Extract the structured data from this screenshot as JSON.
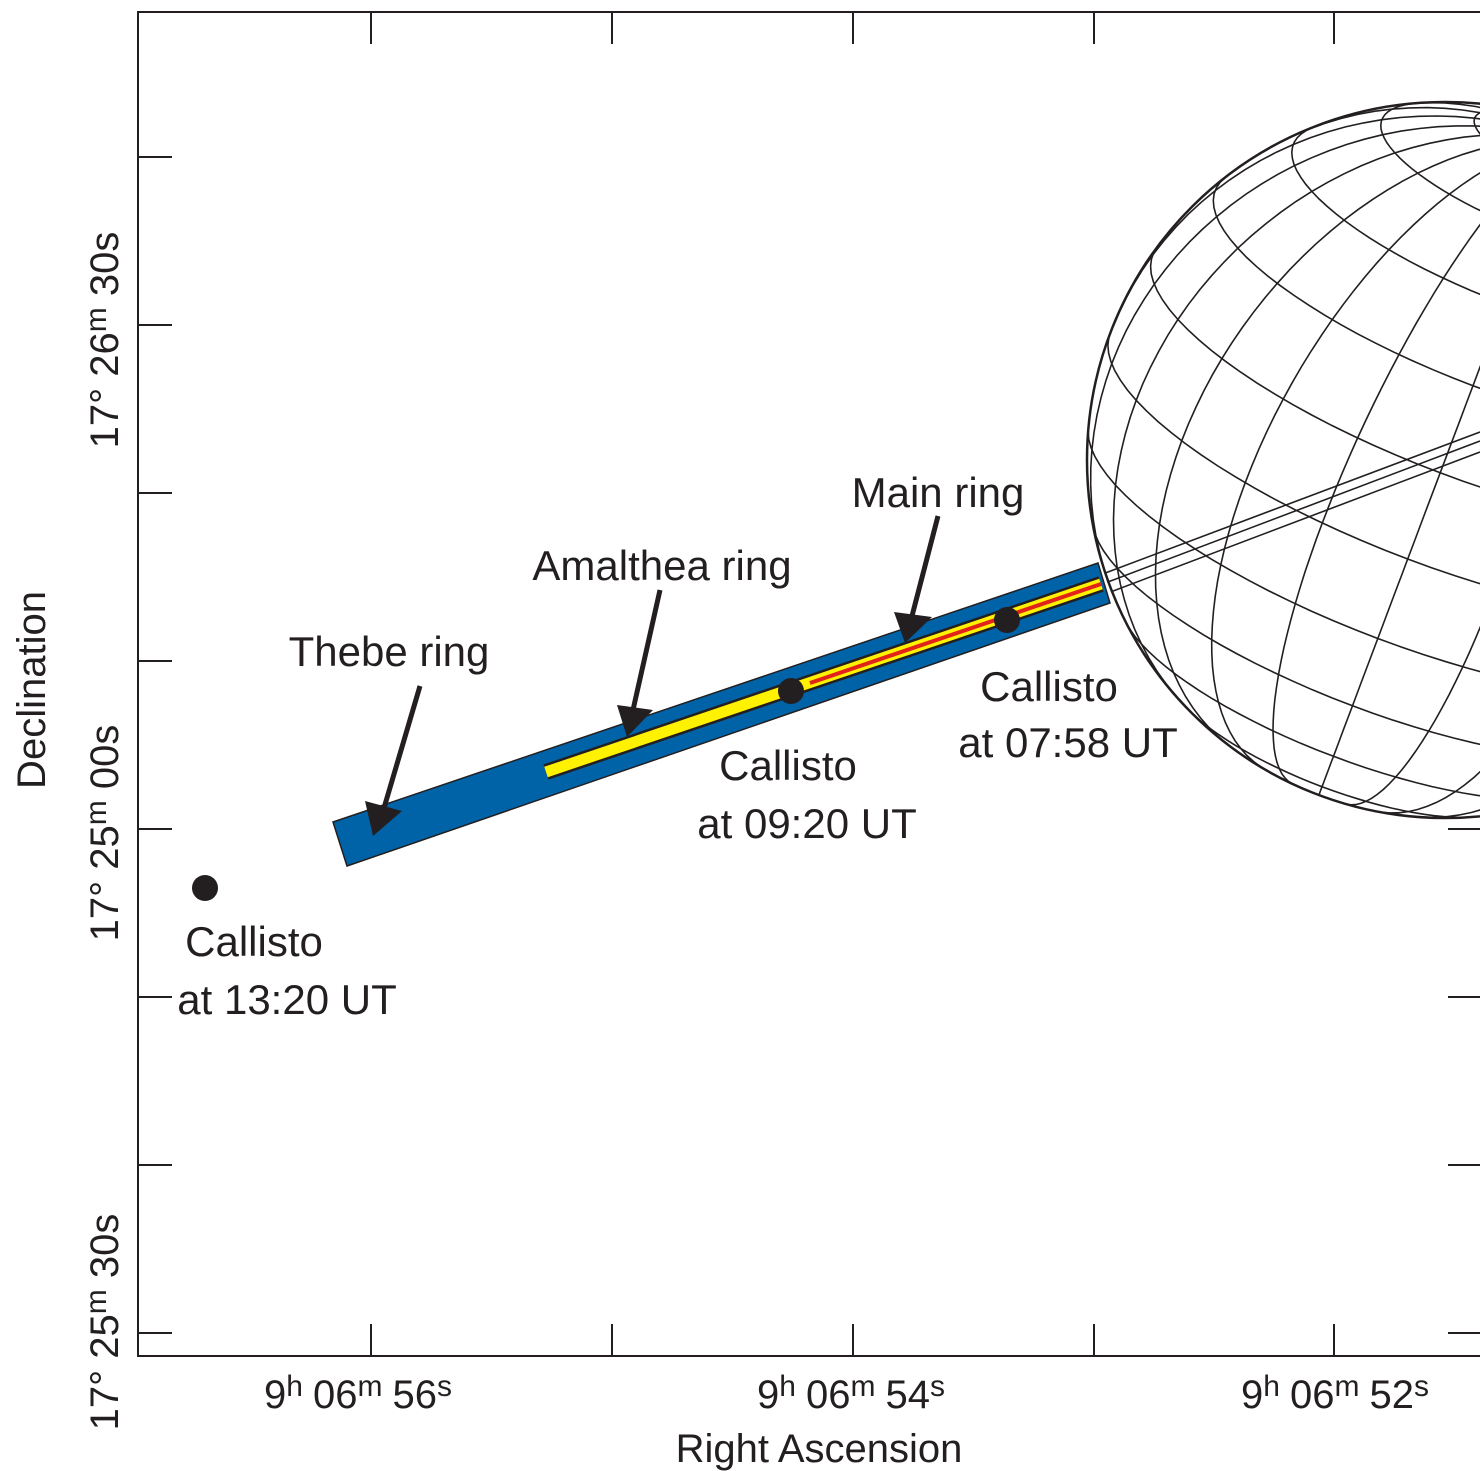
{
  "colors": {
    "outer_ring": "#0063a8",
    "amalthea_ring": "#fff200",
    "main_ring": "#e2231a",
    "ink": "#231f20",
    "background": "#ffffff"
  },
  "axes": {
    "xlabel": "Right Ascension",
    "ylabel": "Declination",
    "x_ticks": [
      {
        "h": "9",
        "hu": "h",
        "m": "06",
        "mu": "m",
        "s": "56",
        "su": "s"
      },
      {
        "h": "9",
        "hu": "h",
        "m": "06",
        "mu": "m",
        "s": "54",
        "su": "s"
      },
      {
        "h": "9",
        "hu": "h",
        "m": "06",
        "mu": "m",
        "s": "52",
        "su": "s"
      }
    ],
    "y_ticks": [
      {
        "d": "17° 26",
        "mu": "m",
        "s": " 30s"
      },
      {
        "d": "17° 25",
        "mu": "m",
        "s": " 00s"
      },
      {
        "d": "17° 25",
        "mu": "m",
        "s": " 30s"
      }
    ]
  },
  "rings": {
    "thebe": "Thebe ring",
    "amalthea": "Amalthea ring",
    "main": "Main ring"
  },
  "callisto": [
    {
      "name": "Callisto",
      "time": "at 13:20 UT"
    },
    {
      "name": "Callisto",
      "time": "at 09:20 UT"
    },
    {
      "name": "Callisto",
      "time": "at 07:58 UT"
    }
  ]
}
